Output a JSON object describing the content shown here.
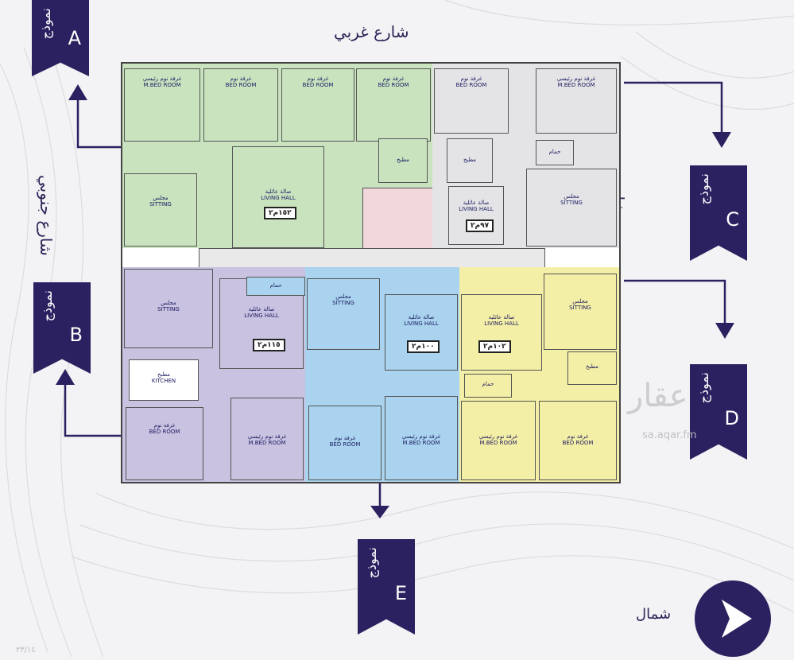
{
  "streets": {
    "top": "شارع غربي",
    "left": "شارع جنوبي",
    "right": "شارع"
  },
  "models": [
    {
      "id": "A",
      "label": "نموذج",
      "letter": "A"
    },
    {
      "id": "B",
      "label": "نموذج",
      "letter": "B"
    },
    {
      "id": "C",
      "label": "نموذج",
      "letter": "C"
    },
    {
      "id": "D",
      "label": "نموذج",
      "letter": "D"
    },
    {
      "id": "E",
      "label": "نموذج",
      "letter": "E"
    }
  ],
  "rooms": {
    "bed_ar": "غرفة نوم",
    "bed_en": "BED ROOM",
    "mbed_ar": "غرفة نوم رئيسي",
    "mbed_en": "M.BED ROOM",
    "sitting_ar": "مجلس",
    "sitting_en": "SITTING",
    "living_ar": "صالة عائلية",
    "living_en": "LIVING HALL",
    "kitchen_ar": "مطبخ",
    "kitchen_en": "KITCHEN",
    "bath_ar": "حمام"
  },
  "area_tags": {
    "A": "١٥٢م٢",
    "C": "٩٧م٢",
    "B": "١١٥م٢",
    "E": "١٠٠م٢",
    "D": "١٠٢م٢"
  },
  "north_label": "شمال",
  "watermark": "عقار",
  "watermark_sub": "sa.aqar.fm",
  "footer_number": "٢٣/١٤",
  "colors": {
    "green": "#c9e3bf",
    "grey": "#e4e4e6",
    "purple": "#c9c2e0",
    "blue": "#a9d3ee",
    "yellow": "#f4efa6",
    "brand": "#2b2160"
  }
}
